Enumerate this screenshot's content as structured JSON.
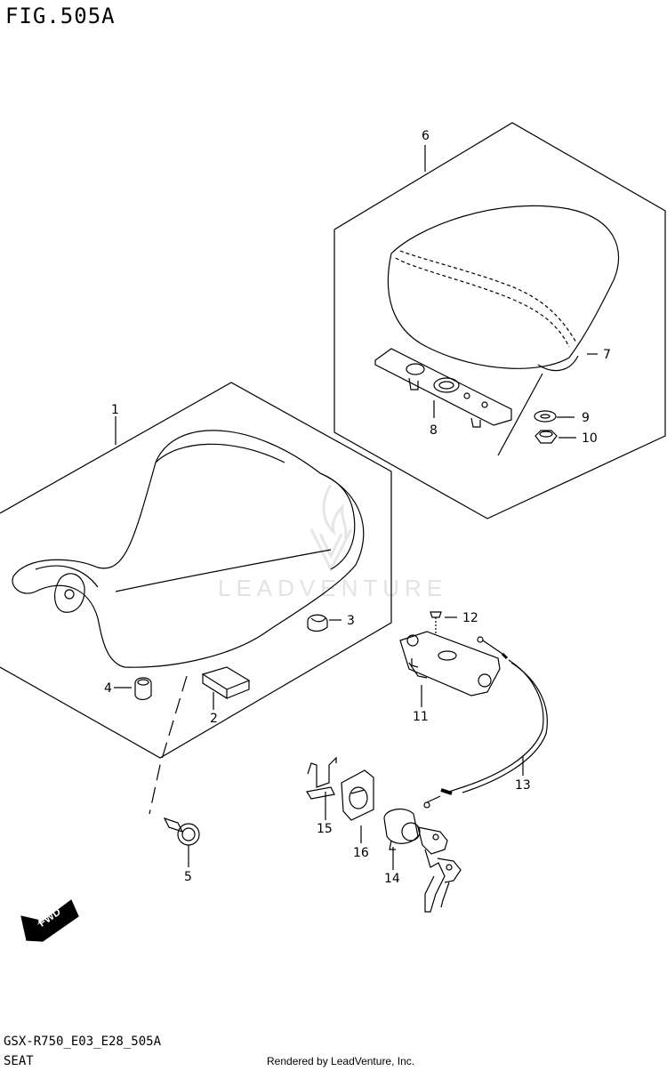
{
  "figure": {
    "title": "FIG.505A",
    "code": "GSX-R750_E03_E28_505A",
    "name": "SEAT",
    "rendered_by": "Rendered by LeadVenture, Inc.",
    "watermark": "LEADVENTURE",
    "direction_label": "FWD"
  },
  "callouts": [
    {
      "id": "1",
      "label": "1"
    },
    {
      "id": "2",
      "label": "2"
    },
    {
      "id": "3",
      "label": "3"
    },
    {
      "id": "4",
      "label": "4"
    },
    {
      "id": "5",
      "label": "5"
    },
    {
      "id": "6",
      "label": "6"
    },
    {
      "id": "7",
      "label": "7"
    },
    {
      "id": "8",
      "label": "8"
    },
    {
      "id": "9",
      "label": "9"
    },
    {
      "id": "10",
      "label": "10"
    },
    {
      "id": "11",
      "label": "11"
    },
    {
      "id": "12",
      "label": "12"
    },
    {
      "id": "13",
      "label": "13"
    },
    {
      "id": "14",
      "label": "14"
    },
    {
      "id": "15",
      "label": "15"
    },
    {
      "id": "16",
      "label": "16"
    }
  ],
  "colors": {
    "line": "#000000",
    "watermark": "#e3e3e3",
    "background": "#ffffff"
  }
}
